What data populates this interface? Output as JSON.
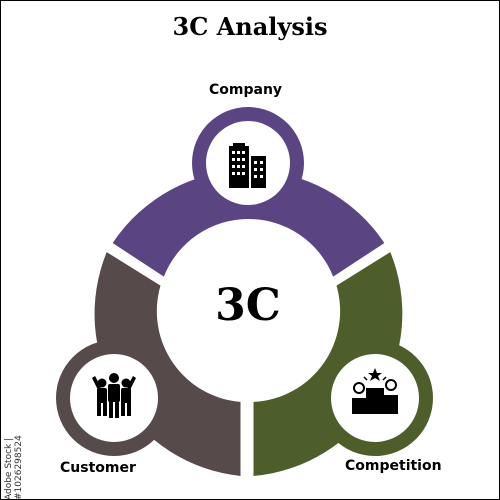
{
  "title": "3C Analysis",
  "center_label": "3C",
  "segments": [
    {
      "label": "Company",
      "color": "#5b4482",
      "icon": "buildings-icon"
    },
    {
      "label": "Customer",
      "color": "#564a4a",
      "icon": "people-group-icon"
    },
    {
      "label": "Competition",
      "color": "#4d5e2b",
      "icon": "podium-icon"
    }
  ],
  "side_text": "Adobe Stock | #1026298524"
}
